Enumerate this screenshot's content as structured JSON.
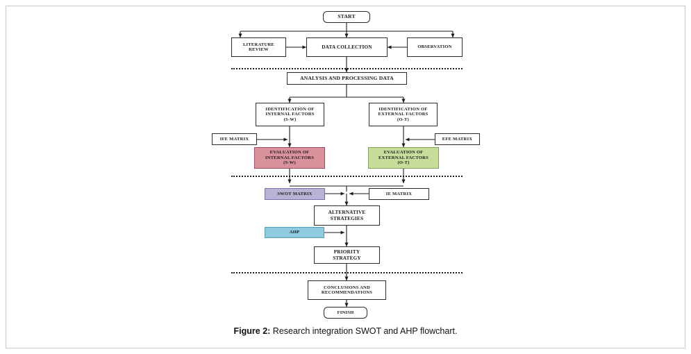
{
  "figure": {
    "caption_label": "Figure 2:",
    "caption_text": " Research integration SWOT and AHP flowchart.",
    "border_color": "#c9c9c9",
    "background": "#ffffff"
  },
  "colors": {
    "default_fill": "#ffffff",
    "stroke": "#2b2b2b",
    "internal_eval_fill": "#d9919b",
    "internal_eval_border": "#a24a5a",
    "external_eval_fill": "#c8dd9c",
    "external_eval_border": "#7ea34f",
    "swot_fill": "#b9b3d6",
    "swot_border": "#7a6fa8",
    "ahp_fill": "#8fcbe0",
    "ahp_border": "#4f9cb8",
    "separator": "#1a1a1a"
  },
  "nodes": [
    {
      "id": "start",
      "label": "START",
      "shape": "round",
      "fill": "default"
    },
    {
      "id": "literature",
      "label": "LITERATURE\nREVIEW",
      "shape": "rect",
      "fill": "default"
    },
    {
      "id": "data",
      "label": "DATA COLLECTION",
      "shape": "rect",
      "fill": "default"
    },
    {
      "id": "observation",
      "label": "OBSERVATION",
      "shape": "rect",
      "fill": "default"
    },
    {
      "id": "analysis",
      "label": "ANALYSIS AND PROCESSING DATA",
      "shape": "rect",
      "fill": "default"
    },
    {
      "id": "ident-int",
      "label": "IDENTIFICATION OF\nINTERNAL FACTORS\n(S-W)",
      "shape": "rect",
      "fill": "default"
    },
    {
      "id": "ident-ext",
      "label": "IDENTIFICATION OF\nEXTERNAL FACTORS\n(O-T)",
      "shape": "rect",
      "fill": "default"
    },
    {
      "id": "ife",
      "label": "IFE MATRIX",
      "shape": "rect",
      "fill": "default"
    },
    {
      "id": "efe",
      "label": "EFE MATRIX",
      "shape": "rect",
      "fill": "default"
    },
    {
      "id": "eval-int",
      "label": "EVALUATION OF\nINTERNAL FACTORS\n(S-W)",
      "shape": "rect",
      "fill": "internal"
    },
    {
      "id": "eval-ext",
      "label": "EVALUATION OF\nEXTERNAL FACTORS\n(O-T)",
      "shape": "rect",
      "fill": "external"
    },
    {
      "id": "swot",
      "label": "SWOT MATRIX",
      "shape": "rect",
      "fill": "swot"
    },
    {
      "id": "ie",
      "label": "IE MATRIX",
      "shape": "rect",
      "fill": "default"
    },
    {
      "id": "alternative",
      "label": "ALTERNATIVE\nSTRATEGIES",
      "shape": "rect",
      "fill": "default"
    },
    {
      "id": "ahp",
      "label": "AHP",
      "shape": "rect",
      "fill": "ahp"
    },
    {
      "id": "priority",
      "label": "PRIORITY\nSTRATEGY",
      "shape": "rect",
      "fill": "default"
    },
    {
      "id": "conclusions",
      "label": "CONCLUSIONS AND\nRECOMMENDATIONS",
      "shape": "rect",
      "fill": "default"
    },
    {
      "id": "finish",
      "label": "FINISH",
      "shape": "round",
      "fill": "default"
    }
  ],
  "separators": [
    {
      "id": "sep-1",
      "after": "data collection / analysis"
    },
    {
      "id": "sep-2",
      "after": "evaluation row / swot row"
    },
    {
      "id": "sep-3",
      "after": "priority strategy / conclusions"
    }
  ]
}
